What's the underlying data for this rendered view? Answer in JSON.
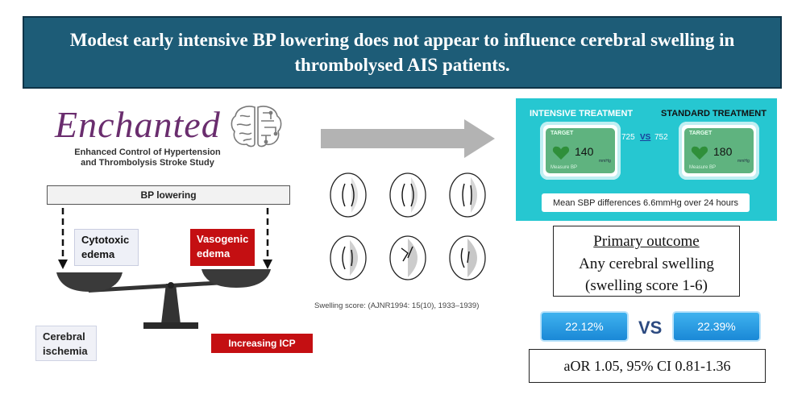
{
  "title": "Modest early intensive BP lowering does not appear to influence cerebral swelling in thrombolysed AIS patients.",
  "logo": {
    "word": "Enchanted",
    "line1": "Enhanced Control of Hypertension",
    "line2": "and Thrombolysis Stroke Study"
  },
  "balance": {
    "bar_label": "BP lowering",
    "left_label": "Cytotoxic edema",
    "right_label": "Vasogenic edema",
    "bottom_left": "Cerebral ischemia",
    "bottom_right": "Increasing ICP"
  },
  "swelling_caption": "Swelling score: (AJNR1994: 15(10), 1933–1939)",
  "treatment": {
    "intensive_label": "INTENSIVE TREATMENT",
    "standard_label": "STANDARD TREATMENT",
    "n_intensive": "725",
    "vs": "VS",
    "n_standard": "752",
    "monitor_target": "TARGET",
    "intensive_value": "140",
    "standard_value": "180",
    "unit": "mmHg",
    "measure_text": "Measure BP",
    "mean_diff": "Mean SBP differences 6.6mmHg over 24 hours"
  },
  "outcome": {
    "title": "Primary outcome",
    "line2": "Any cerebral swelling",
    "line3": "(swelling score 1-6)",
    "intensive_pct": "22.12%",
    "vs": "VS",
    "standard_pct": "22.39%",
    "aor": "aOR 1.05, 95% CI 0.81-1.36"
  },
  "colors": {
    "banner": "#1d5c77",
    "logo": "#6a2d6e",
    "red": "#c40f12",
    "teal": "#26c7d1",
    "pill": "#1a88d6"
  }
}
